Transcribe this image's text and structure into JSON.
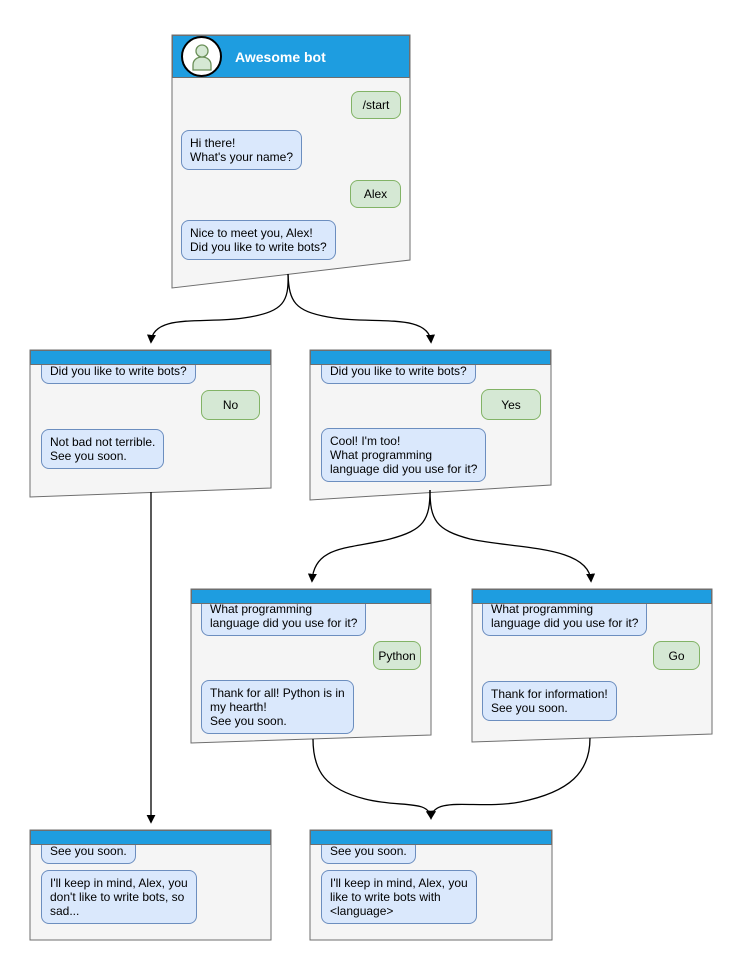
{
  "main": {
    "title": "Awesome bot",
    "avatar_icon": "person-icon",
    "m0": "/start",
    "m1": "Hi there!\nWhat's your name?",
    "m2": "Alex",
    "m3": "Nice to meet you, Alex!\nDid you like to write bots?"
  },
  "no_branch": {
    "m0": "Did you like to write bots?",
    "m1": "No",
    "m2": "Not bad not terrible.\nSee you soon."
  },
  "yes_branch": {
    "m0": "Did you like to write bots?",
    "m1": "Yes",
    "m2": "Cool! I'm too!\nWhat programming\nlanguage did you use for it?"
  },
  "python_branch": {
    "m0": "What programming\nlanguage did you use for it?",
    "m1": "Python",
    "m2": "Thank for all! Python is in\nmy hearth!\nSee you soon."
  },
  "go_branch": {
    "m0": "What programming\nlanguage did you use for it?",
    "m1": "Go",
    "m2": "Thank for information!\nSee you soon."
  },
  "end_no": {
    "m0": "See you soon.",
    "m1": "I'll keep in mind, Alex, you\ndon't like to write bots, so\nsad..."
  },
  "end_yes": {
    "m0": "See you soon.",
    "m1": "I'll keep in mind, Alex, you\nlike to write bots with\n<language>"
  },
  "colors": {
    "header_blue": "#1e9de0",
    "window_fill": "#f5f5f5",
    "window_border": "#6e6e6e",
    "bot_bubble_fill": "#dae8fc",
    "bot_bubble_border": "#6c8ebf",
    "user_bubble_fill": "#d5e8d4",
    "user_bubble_border": "#82b366",
    "connector": "#000000"
  }
}
